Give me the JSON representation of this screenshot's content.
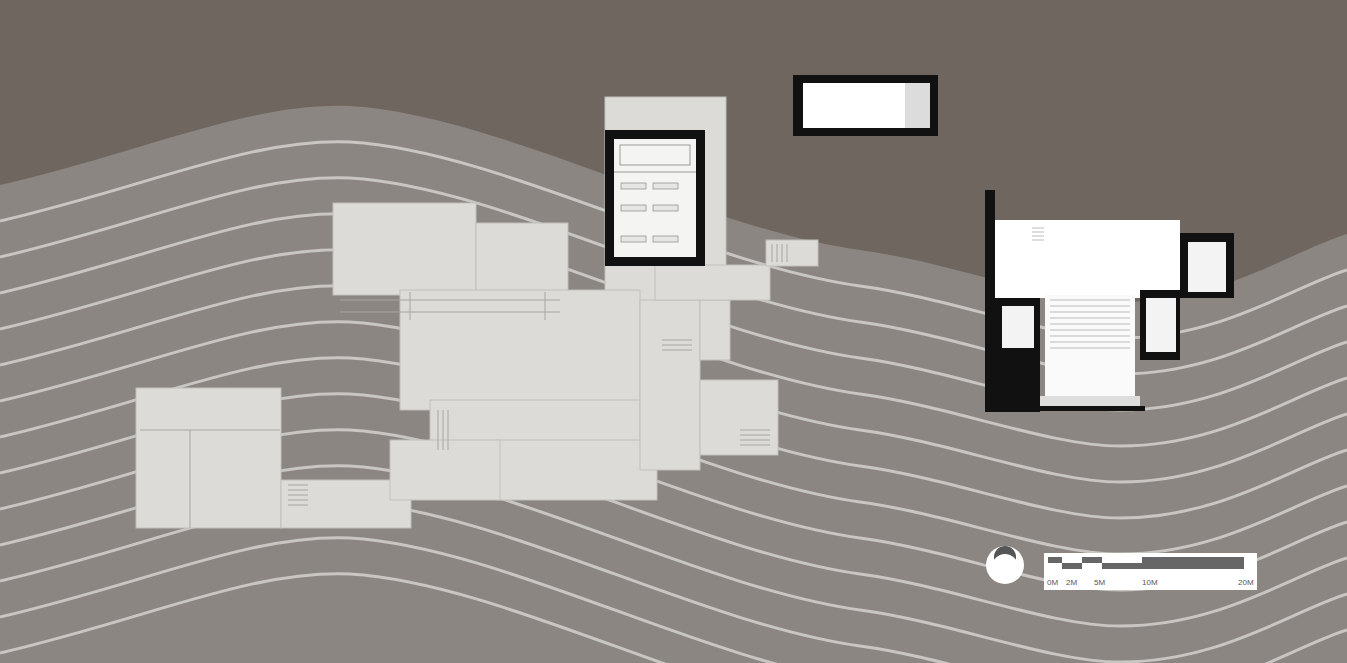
{
  "diagram": {
    "labels": [
      "0M",
      "2M",
      "5M",
      "10M",
      "20M"
    ]
  }
}
